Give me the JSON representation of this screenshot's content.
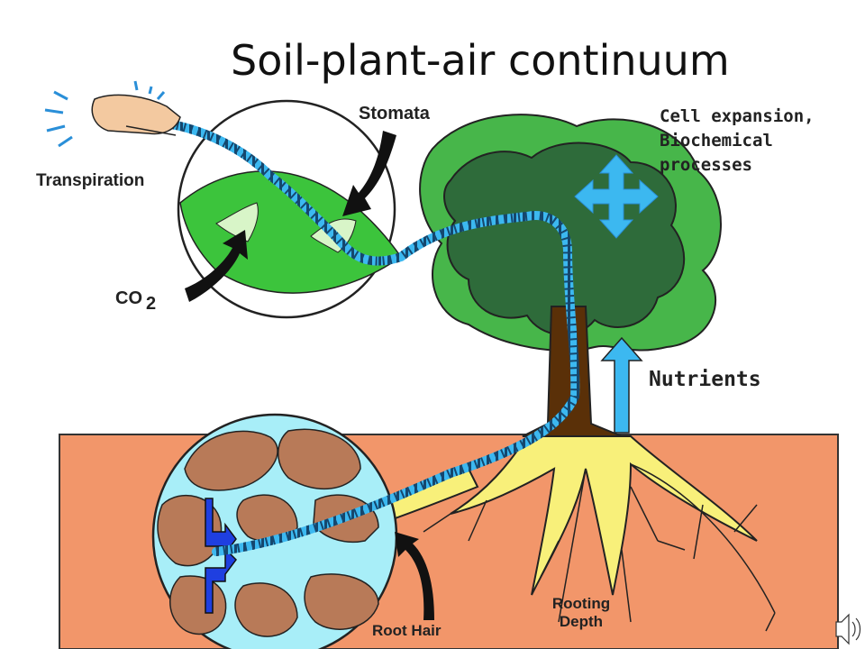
{
  "title": "Soil-plant-air continuum",
  "labels": {
    "stomata": "Stomata",
    "transpiration": "Transpiration",
    "co2_main": "CO",
    "co2_sub": "2",
    "cell_line1": "Cell expansion,",
    "cell_line2": "Biochemical",
    "cell_line3": "processes",
    "nutrients": "Nutrients",
    "root_hair": "Root Hair",
    "rooting_line1": "Rooting",
    "rooting_line2": "Depth"
  },
  "icons": [
    "hand-icon",
    "speaker-icon",
    "four-way-arrow-icon",
    "up-arrow-icon"
  ],
  "colors": {
    "soil": "#f2966a",
    "tree_dark": "#2e6b3a",
    "tree_light": "#47b64a",
    "trunk": "#5a3008",
    "leaf": "#3cc43c",
    "water": "#3cb8f0",
    "root": "#f8f07a",
    "soil_particle": "#b87a58",
    "pore_water": "#a8eef8"
  }
}
